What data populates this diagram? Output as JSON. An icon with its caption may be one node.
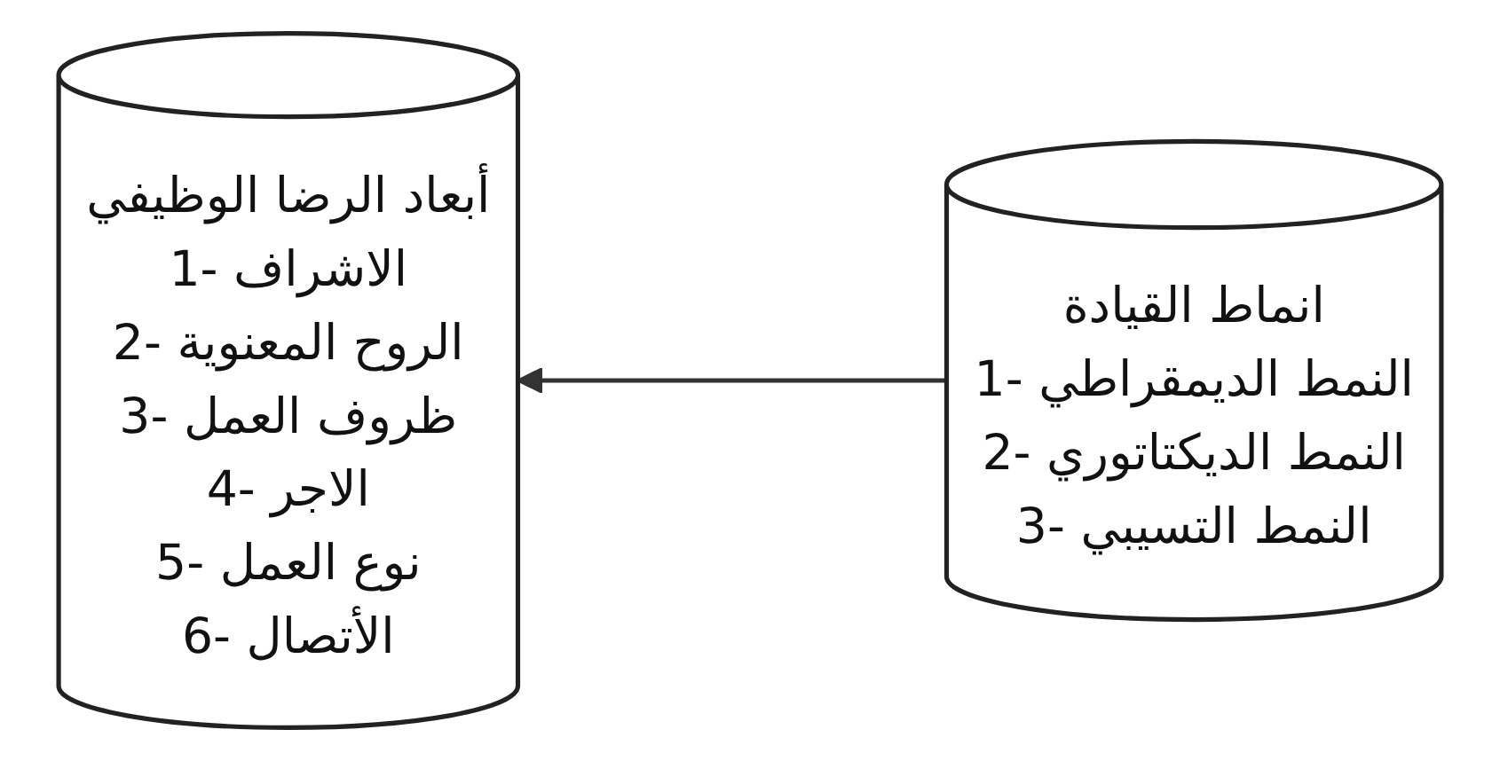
{
  "diagram": {
    "nodes": [
      {
        "text": [
          "أبعاد الرضا الوظيفي",
          "1- الاشراف",
          "2- الروح المعنوية",
          "3- ظروف العمل",
          "4- الاجر",
          "5- نوع العمل",
          "6- الأتصال"
        ]
      },
      {
        "text": [
          "انماط القيادة",
          "1- النمط الديمقراطي",
          "2- النمط الديكتاتوري",
          "3- النمط التسيبي"
        ]
      }
    ],
    "edges": [
      {
        "from": 1,
        "to": 0,
        "arrow": "to"
      }
    ]
  }
}
